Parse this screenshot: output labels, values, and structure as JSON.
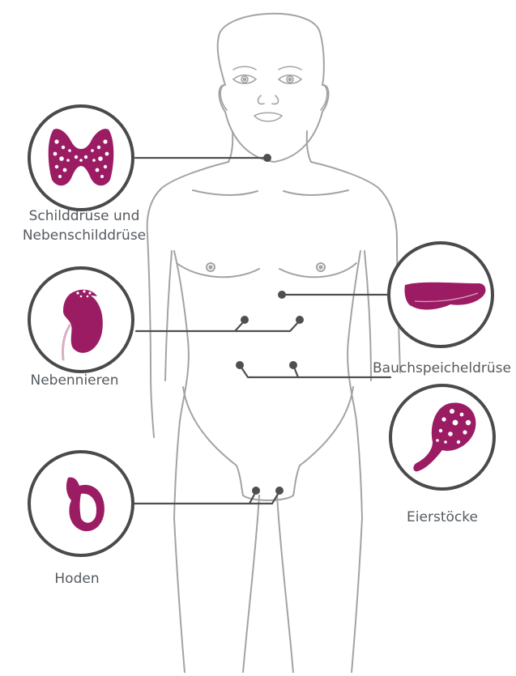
{
  "colors": {
    "outline": "#a3a3a3",
    "pointer": "#4f4f4f",
    "organ": "#9b1c63",
    "circle_stroke": "#4a4a4a",
    "label_text": "#555a5f"
  },
  "callouts": {
    "thyroid": {
      "line1": "Schilddrüse und",
      "line2": "Nebenschilddrüse"
    },
    "adrenal": {
      "label": "Nebennieren"
    },
    "testes": {
      "label": "Hoden"
    },
    "pancreas": {
      "label": "Bauchspeicheldrüse"
    },
    "ovaries": {
      "label": "Eierstöcke"
    }
  }
}
